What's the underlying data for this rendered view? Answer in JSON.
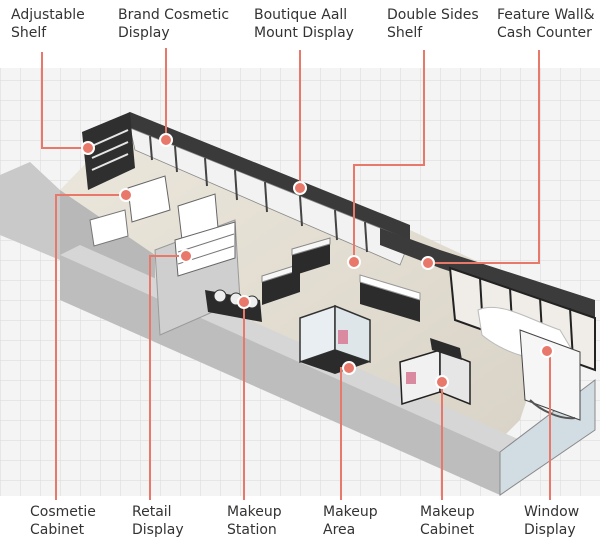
{
  "diagram": {
    "accent_color": "#e8786a",
    "callouts": [
      {
        "id": "adjustable-shelf",
        "label": "Adjustable\nShelf"
      },
      {
        "id": "brand-cosmetic-display",
        "label": "Brand Cosmetic\nDisplay"
      },
      {
        "id": "boutique-wall-mount-display",
        "label": "Boutique Aall\nMount Display"
      },
      {
        "id": "double-sides-shelf",
        "label": "Double Sides\nShelf"
      },
      {
        "id": "feature-wall-cash-counter",
        "label": "Feature Wall&\nCash Counter"
      },
      {
        "id": "cosmetie-cabinet",
        "label": "Cosmetie\nCabinet"
      },
      {
        "id": "retail-display",
        "label": "Retail\nDisplay"
      },
      {
        "id": "makeup-station",
        "label": "Makeup\nStation"
      },
      {
        "id": "makeup-area",
        "label": "Makeup\nArea"
      },
      {
        "id": "makeup-cabinet",
        "label": "Makeup\nCabinet"
      },
      {
        "id": "window-display",
        "label": "Window\nDisplay"
      }
    ]
  }
}
